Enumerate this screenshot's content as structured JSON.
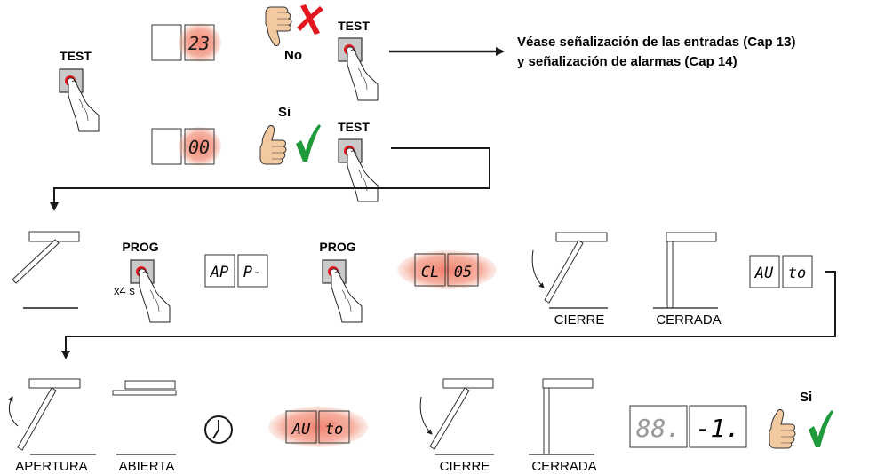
{
  "top": {
    "test_label_1": "TEST",
    "test_label_2": "TEST",
    "test_label_3": "TEST",
    "display_error": "23",
    "display_ok": "00",
    "no_label": "No",
    "si_label": "Si",
    "note_line1": "Véase señalización de las entradas (Cap 13)",
    "note_line2": "y señalización de alarmas (Cap 14)"
  },
  "row2": {
    "prog_label_1": "PROG",
    "prog_label_2": "PROG",
    "hold_label": "x4 s",
    "display_ap_1": "AP",
    "display_ap_2": "P-",
    "display_cl_1": "CL",
    "display_cl_2": "05",
    "cierre_label": "CIERRE",
    "cerrada_label": "CERRADA",
    "display_au_1": "AU",
    "display_au_2": "to"
  },
  "row3": {
    "apertura_label": "APERTURA",
    "abierta_label": "ABIERTA",
    "display_au_1": "AU",
    "display_au_2": "to",
    "cierre_label": "CIERRE",
    "cerrada_label": "CERRADA",
    "display_final_1": "88.",
    "display_final_2": "-1.",
    "si_label": "Si"
  },
  "colors": {
    "accent_red": "#e2161d",
    "glow": "#f07b67",
    "check_green": "#1f9a3b"
  }
}
